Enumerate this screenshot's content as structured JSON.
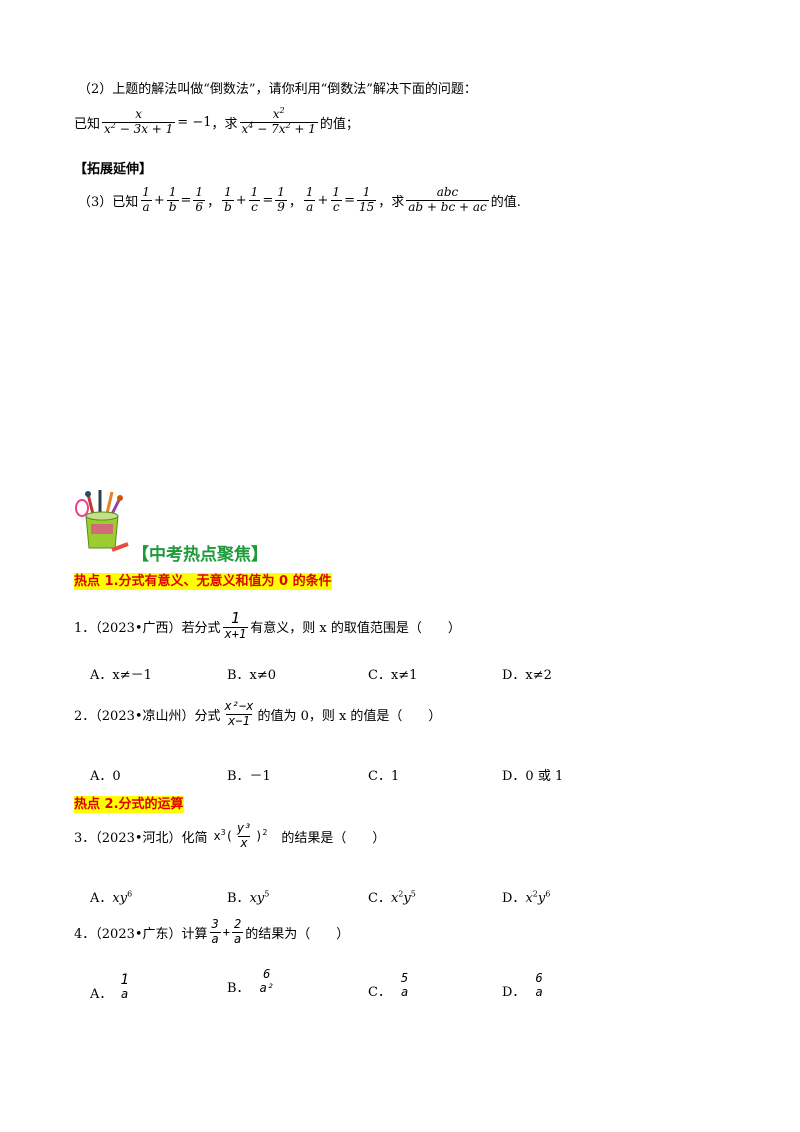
{
  "part2": {
    "intro": "（2）上题的解法叫做“倒数法”，请你利用“倒数法”解决下面的问题：",
    "given": "已知",
    "f1_num": "x",
    "f1_den_a": "x",
    "f1_den_b": "2",
    "f1_den_c": " − 3x + 1",
    "eq": " = −1",
    "ask": "，求",
    "f2_num_a": "x",
    "f2_num_b": "2",
    "f2_den_a": "x",
    "f2_den_b": "4",
    "f2_den_c": " − 7x",
    "f2_den_d": "2",
    "f2_den_e": " + 1",
    "tail": "的值；"
  },
  "extension_heading": "【拓展延伸】",
  "part3": {
    "prefix": "（3）已知",
    "e1": [
      "1",
      "a",
      "1",
      "b",
      "1",
      "6"
    ],
    "e2": [
      "1",
      "b",
      "1",
      "c",
      "1",
      "9"
    ],
    "e3": [
      "1",
      "a",
      "1",
      "c",
      "1",
      "15"
    ],
    "ask": "，求",
    "fnum": "abc",
    "fden": "ab + bc + ac",
    "tail": "的值."
  },
  "section_title": "【中考热点聚焦】",
  "hot1": "热点 1.分式有意义、无意义和值为 0 的条件",
  "hot2": "热点 2.分式的运算",
  "q1": {
    "prefix": "1．（2023•广西）若分式",
    "fnum": "1",
    "fden": "x+1",
    "suffix": "有意义，则 x 的取值范围是（　　）",
    "options": [
      "A．x≠－1",
      "B．x≠0",
      "C．x≠1",
      "D．x≠2"
    ]
  },
  "q2": {
    "prefix": "2．（2023•凉山州）分式",
    "fnum": "x²−x",
    "fden": "x−1",
    "suffix": "的值为 0，则 x 的值是（　　）",
    "options": [
      "A．0",
      "B．－1",
      "C．1",
      "D．0 或 1"
    ]
  },
  "q3": {
    "prefix": "3．（2023•河北）化简",
    "expr_a": "x",
    "expr_b": "3",
    "expr_c": "(",
    "fnum": "y³",
    "fden": "x",
    "expr_d": ")",
    "expr_e": "2",
    "suffix": "的结果是（　　）",
    "options": [
      {
        "label": "A．",
        "a": "xy",
        "b": "6"
      },
      {
        "label": "B．",
        "a": "xy",
        "b": "5"
      },
      {
        "label": "C．",
        "a": "x",
        "b": "2",
        "c": "y",
        "d": "5"
      },
      {
        "label": "D．",
        "a": "x",
        "b": "2",
        "c": "y",
        "d": "6"
      }
    ]
  },
  "q4": {
    "prefix": "4．（2023•广东）计算",
    "f1num": "3",
    "f1den": "a",
    "plus": "+",
    "f2num": "2",
    "f2den": "a",
    "suffix": "的结果为（　　）",
    "options": [
      {
        "label": "A．",
        "num": "1",
        "den": "a"
      },
      {
        "label": "B．",
        "num": "6",
        "den": "a²"
      },
      {
        "label": "C．",
        "num": "5",
        "den": "a"
      },
      {
        "label": "D．",
        "num": "6",
        "den": "a"
      }
    ]
  }
}
